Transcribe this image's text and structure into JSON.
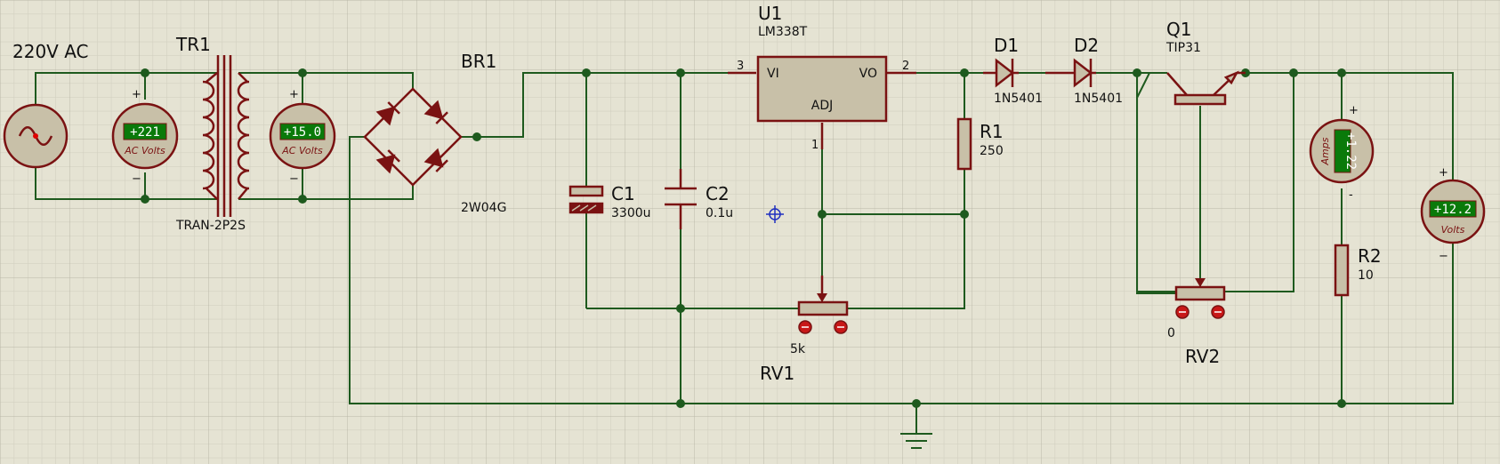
{
  "labels": {
    "source": "220V AC",
    "tr1_ref": "TR1",
    "tr1_val": "TRAN-2P2S",
    "br1_ref": "BR1",
    "br1_val": "2W04G",
    "u1_ref": "U1",
    "u1_val": "LM338T",
    "u1_vi": "VI",
    "u1_vo": "VO",
    "u1_adj": "ADJ",
    "u1_pin3": "3",
    "u1_pin2": "2",
    "u1_pin1": "1",
    "c1_ref": "C1",
    "c1_val": "3300u",
    "c2_ref": "C2",
    "c2_val": "0.1u",
    "r1_ref": "R1",
    "r1_val": "250",
    "d1_ref": "D1",
    "d1_val": "1N5401",
    "d2_ref": "D2",
    "d2_val": "1N5401",
    "q1_ref": "Q1",
    "q1_val": "TIP31",
    "rv1_ref": "RV1",
    "rv1_val": "5k",
    "rv2_ref": "RV2",
    "rv2_val": "0",
    "r2_ref": "R2",
    "r2_val": "10"
  },
  "meters": {
    "vm1": {
      "reading": "+221",
      "unit": "AC Volts"
    },
    "vm2": {
      "reading": "+15.0",
      "unit": "AC Volts"
    },
    "am1": {
      "reading": "+1.22",
      "unit": "Amps"
    },
    "vm3": {
      "reading": "+12.2",
      "unit": "Volts"
    }
  },
  "colors": {
    "background": "#e5e3d3",
    "wire": "#1e5a1e",
    "component": "#7a1212",
    "component_fill": "#c8c0a8",
    "display": "#0a7a0a"
  }
}
